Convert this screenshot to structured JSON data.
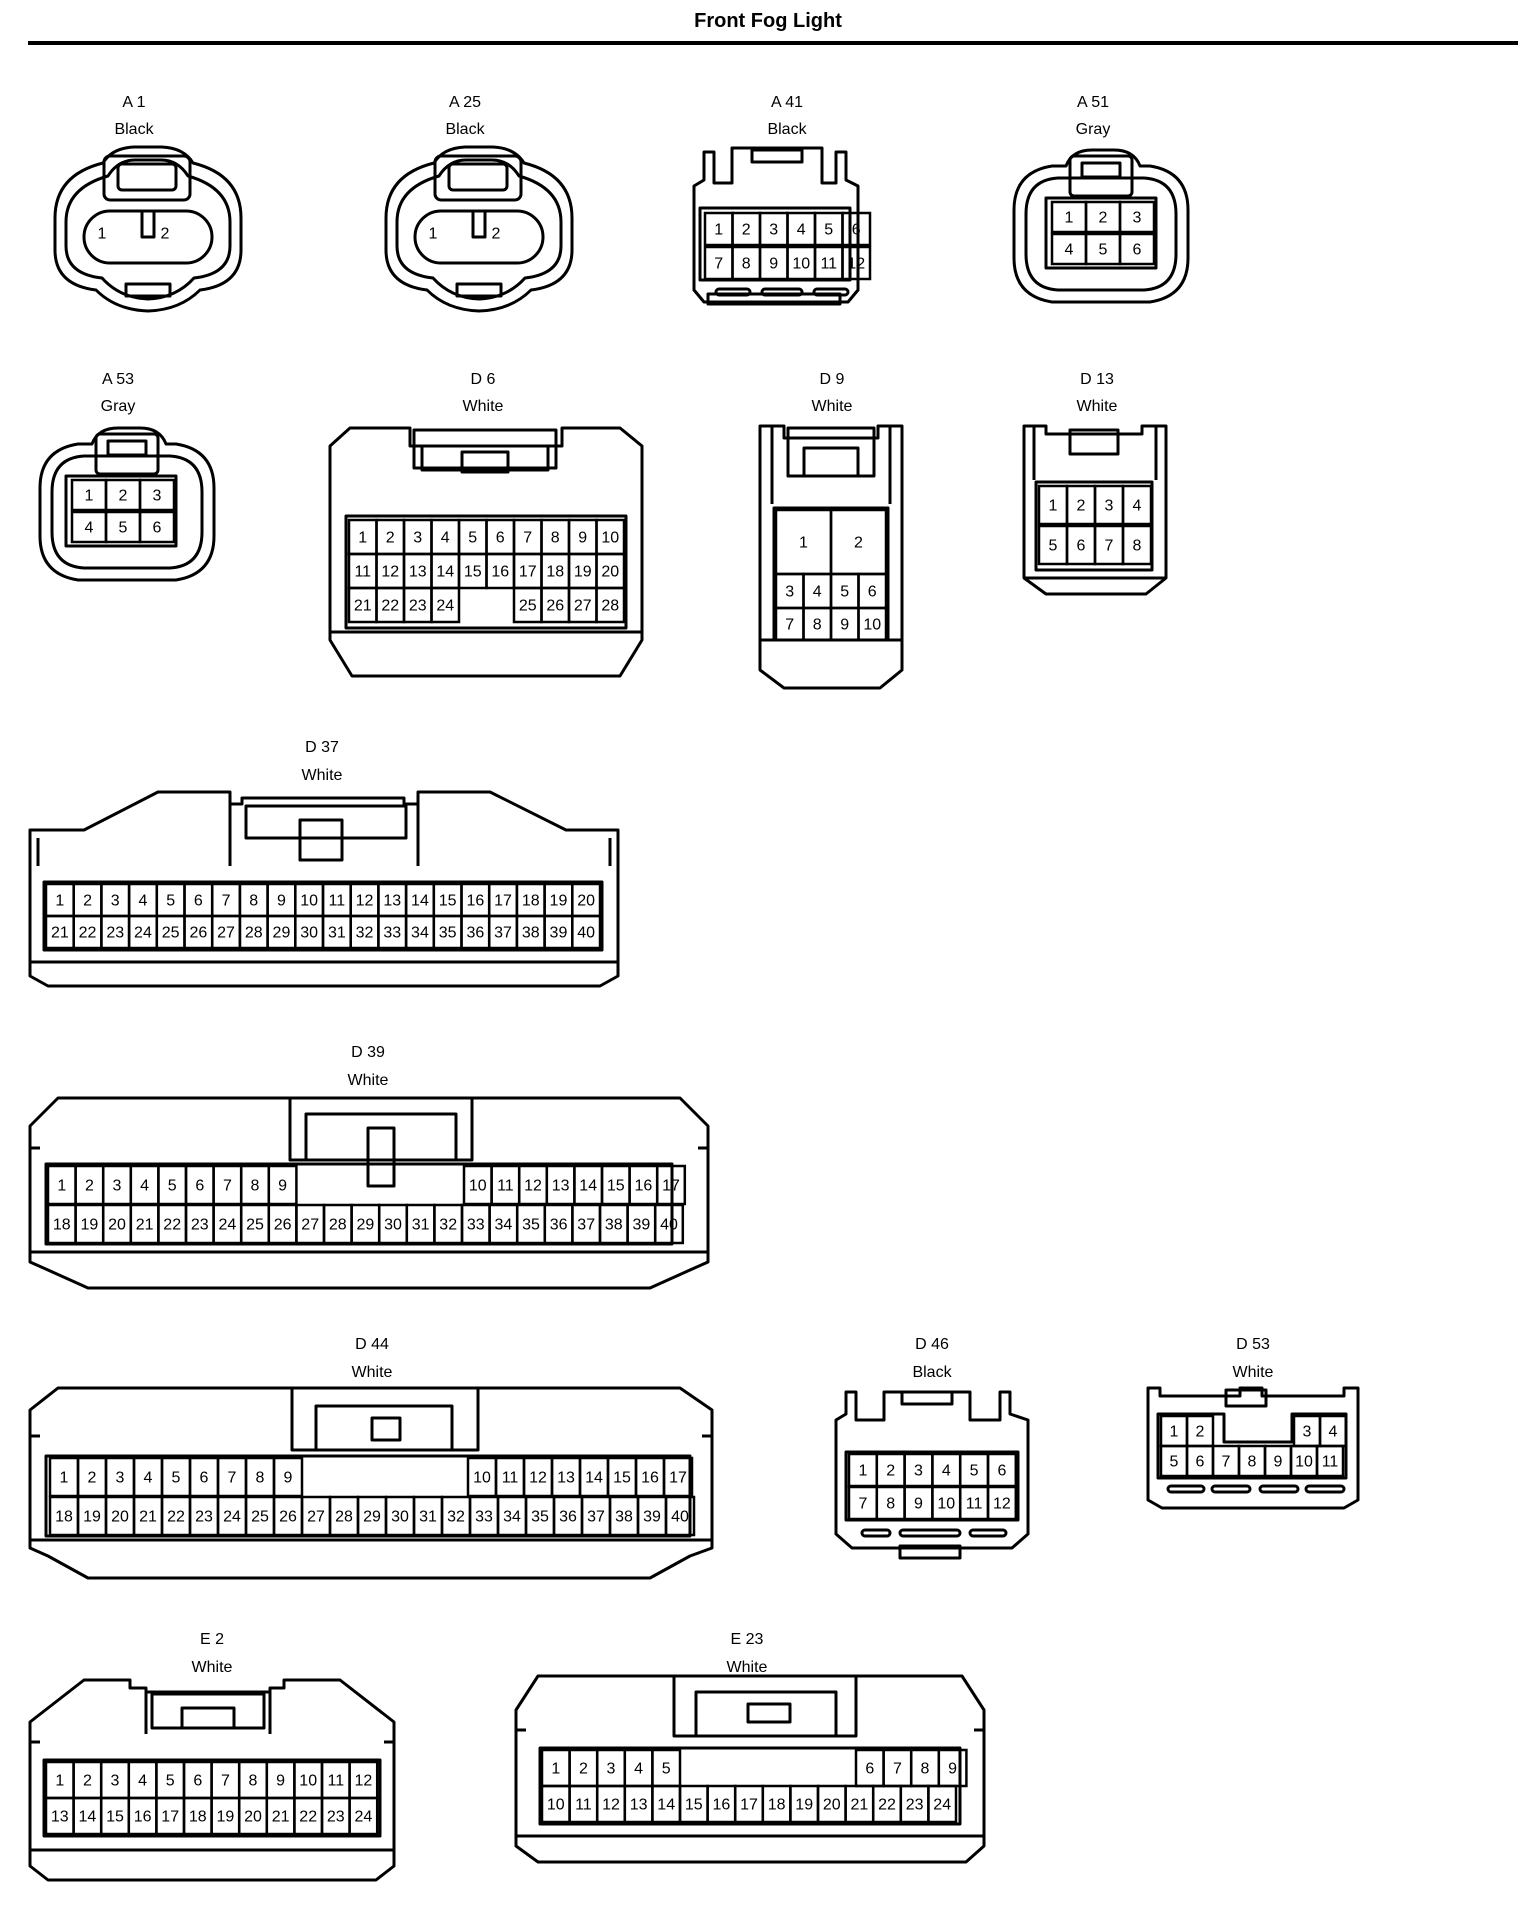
{
  "title": "Front Fog Light",
  "connectors": [
    {
      "id": "a1",
      "code": "A 1",
      "color": "Black",
      "pins": [
        "1",
        "2"
      ]
    },
    {
      "id": "a25",
      "code": "A 25",
      "color": "Black",
      "pins": [
        "1",
        "2"
      ]
    },
    {
      "id": "a41",
      "code": "A 41",
      "color": "Black",
      "pins": [
        "1",
        "2",
        "3",
        "4",
        "5",
        "6",
        "7",
        "8",
        "9",
        "10",
        "11",
        "12"
      ]
    },
    {
      "id": "a51",
      "code": "A 51",
      "color": "Gray",
      "pins": [
        "1",
        "2",
        "3",
        "4",
        "5",
        "6"
      ]
    },
    {
      "id": "a53",
      "code": "A 53",
      "color": "Gray",
      "pins": [
        "1",
        "2",
        "3",
        "4",
        "5",
        "6"
      ]
    },
    {
      "id": "d6",
      "code": "D 6",
      "color": "White",
      "pins": [
        "1",
        "2",
        "3",
        "4",
        "5",
        "6",
        "7",
        "8",
        "9",
        "10",
        "11",
        "12",
        "13",
        "14",
        "15",
        "16",
        "17",
        "18",
        "19",
        "20",
        "21",
        "22",
        "23",
        "24",
        "25",
        "26",
        "27",
        "28"
      ]
    },
    {
      "id": "d9",
      "code": "D 9",
      "color": "White",
      "pins": [
        "1",
        "2",
        "3",
        "4",
        "5",
        "6",
        "7",
        "8",
        "9",
        "10"
      ]
    },
    {
      "id": "d13",
      "code": "D 13",
      "color": "White",
      "pins": [
        "1",
        "2",
        "3",
        "4",
        "5",
        "6",
        "7",
        "8"
      ]
    },
    {
      "id": "d37",
      "code": "D 37",
      "color": "White",
      "pins": [
        "1",
        "2",
        "3",
        "4",
        "5",
        "6",
        "7",
        "8",
        "9",
        "10",
        "11",
        "12",
        "13",
        "14",
        "15",
        "16",
        "17",
        "18",
        "19",
        "20",
        "21",
        "22",
        "23",
        "24",
        "25",
        "26",
        "27",
        "28",
        "29",
        "30",
        "31",
        "32",
        "33",
        "34",
        "35",
        "36",
        "37",
        "38",
        "39",
        "40"
      ]
    },
    {
      "id": "d39",
      "code": "D 39",
      "color": "White",
      "pins": [
        "1",
        "2",
        "3",
        "4",
        "5",
        "6",
        "7",
        "8",
        "9",
        "10",
        "11",
        "12",
        "13",
        "14",
        "15",
        "16",
        "17",
        "18",
        "19",
        "20",
        "21",
        "22",
        "23",
        "24",
        "25",
        "26",
        "27",
        "28",
        "29",
        "30",
        "31",
        "32",
        "33",
        "34",
        "35",
        "36",
        "37",
        "38",
        "39",
        "40"
      ]
    },
    {
      "id": "d44",
      "code": "D 44",
      "color": "White",
      "pins": [
        "1",
        "2",
        "3",
        "4",
        "5",
        "6",
        "7",
        "8",
        "9",
        "10",
        "11",
        "12",
        "13",
        "14",
        "15",
        "16",
        "17",
        "18",
        "19",
        "20",
        "21",
        "22",
        "23",
        "24",
        "25",
        "26",
        "27",
        "28",
        "29",
        "30",
        "31",
        "32",
        "33",
        "34",
        "35",
        "36",
        "37",
        "38",
        "39",
        "40"
      ]
    },
    {
      "id": "d46",
      "code": "D 46",
      "color": "Black",
      "pins": [
        "1",
        "2",
        "3",
        "4",
        "5",
        "6",
        "7",
        "8",
        "9",
        "10",
        "11",
        "12"
      ]
    },
    {
      "id": "d53",
      "code": "D 53",
      "color": "White",
      "pins": [
        "1",
        "2",
        "3",
        "4",
        "5",
        "6",
        "7",
        "8",
        "9",
        "10",
        "11"
      ]
    },
    {
      "id": "e2",
      "code": "E 2",
      "color": "White",
      "pins": [
        "1",
        "2",
        "3",
        "4",
        "5",
        "6",
        "7",
        "8",
        "9",
        "10",
        "11",
        "12",
        "13",
        "14",
        "15",
        "16",
        "17",
        "18",
        "19",
        "20",
        "21",
        "22",
        "23",
        "24"
      ]
    },
    {
      "id": "e23",
      "code": "E 23",
      "color": "White",
      "pins": [
        "1",
        "2",
        "3",
        "4",
        "5",
        "6",
        "7",
        "8",
        "9",
        "10",
        "11",
        "12",
        "13",
        "14",
        "15",
        "16",
        "17",
        "18",
        "19",
        "20",
        "21",
        "22",
        "23",
        "24"
      ]
    }
  ]
}
